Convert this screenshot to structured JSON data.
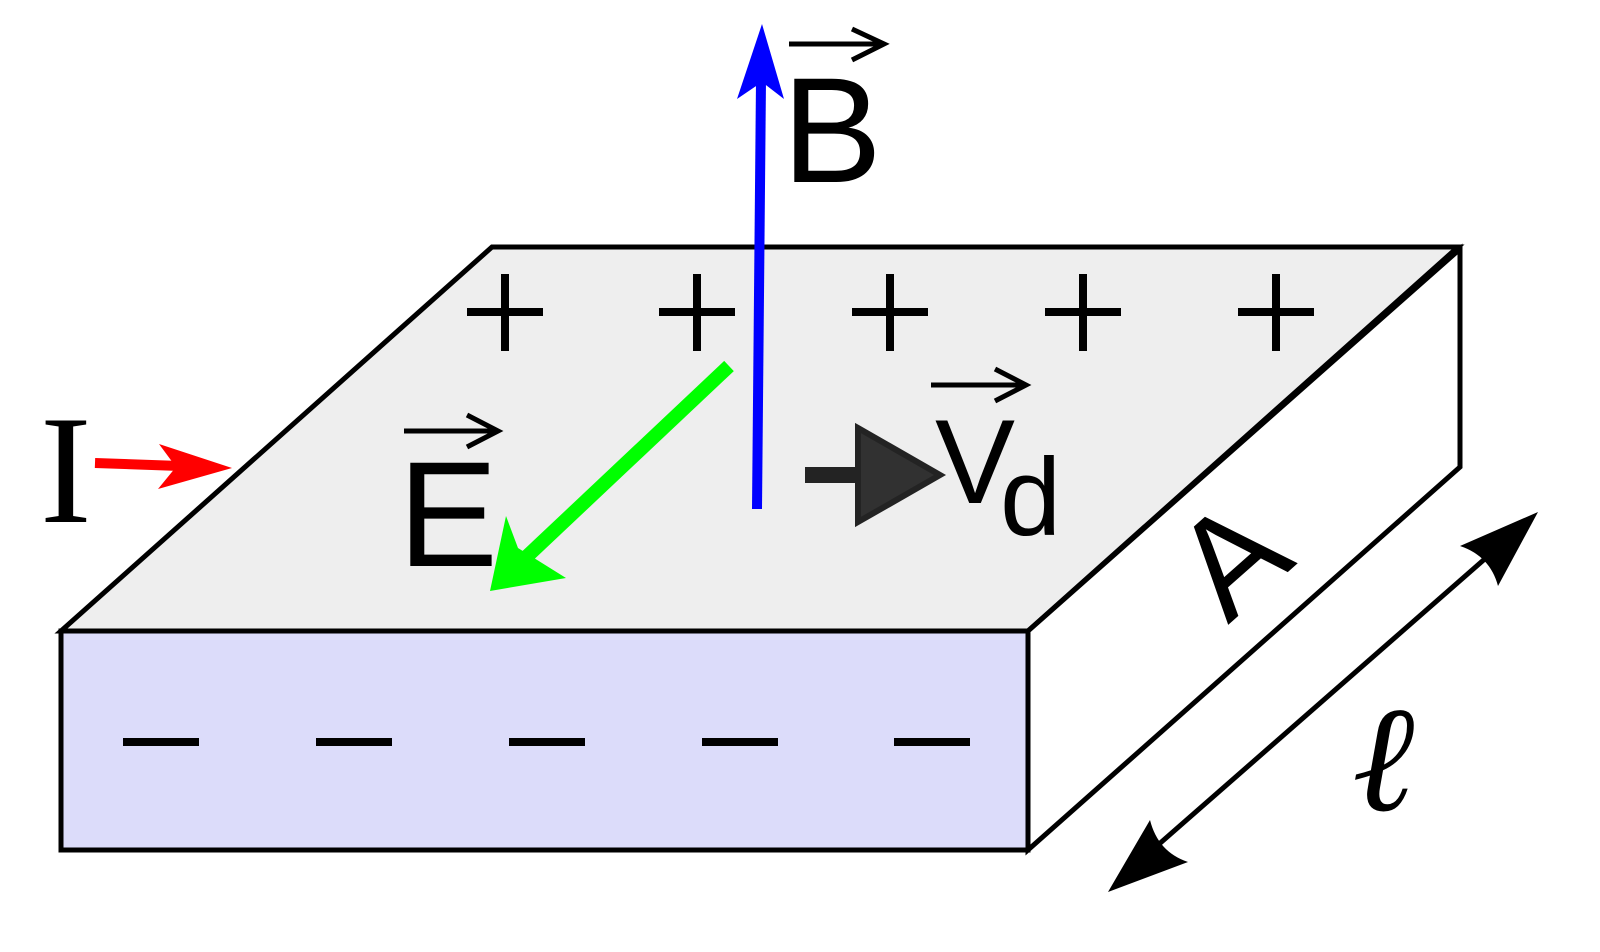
{
  "labels": {
    "magnetic_field": "B",
    "electric_field": "E",
    "current": "I",
    "drift_velocity": "V",
    "drift_subscript": "d",
    "area": "A",
    "length": "ℓ"
  },
  "charges": {
    "positive": [
      "+",
      "+",
      "+",
      "+",
      "+"
    ],
    "negative": [
      "−",
      "−",
      "−",
      "−",
      "−"
    ]
  },
  "colors": {
    "top_face": "#eeeeee",
    "front_face": "#dcdcfa",
    "side_face": "#ffffff",
    "magnetic_field_arrow": "#0000ff",
    "electric_field_arrow": "#00ff00",
    "current_arrow": "#ff0000",
    "drift_velocity_arrow": "#333333"
  }
}
